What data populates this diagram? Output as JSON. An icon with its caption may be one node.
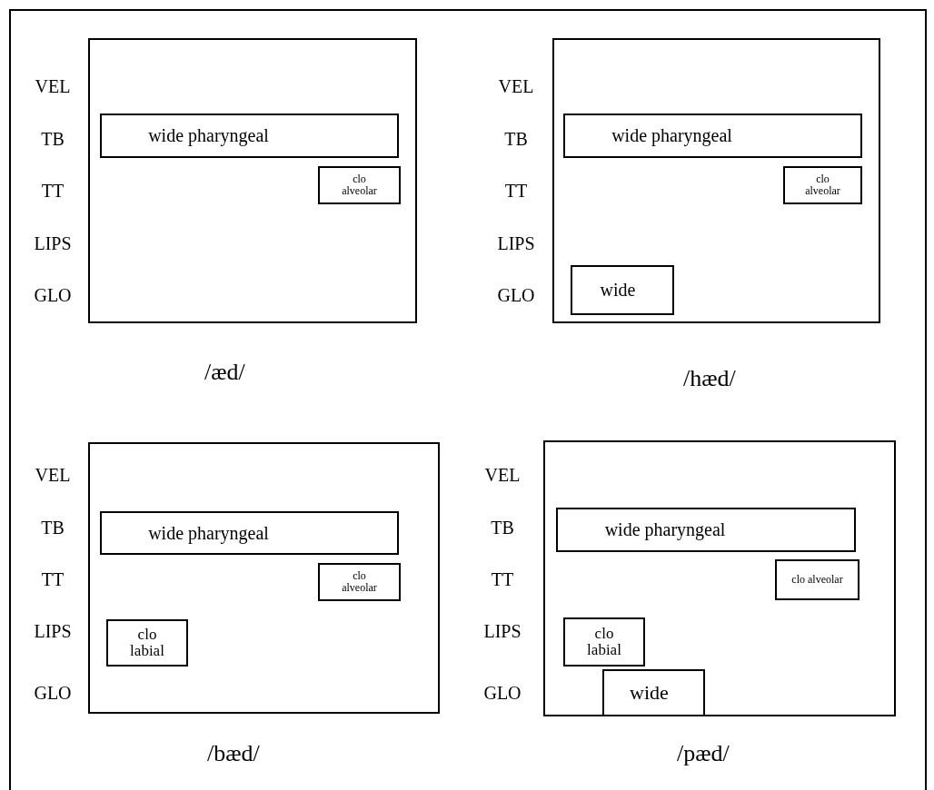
{
  "diagram": {
    "nodes": [
      {
        "text": [],
        "shape": "box",
        "beside": [
          "/æd/"
        ]
      },
      {
        "text": [
          "wide pharyngeal"
        ],
        "in": 0
      },
      {
        "text": [
          "clo alveolar"
        ],
        "in": 0
      },
      {
        "text": [],
        "shape": "box",
        "beside": [
          "/hæd/"
        ]
      },
      {
        "text": [
          "wide pharyngeal"
        ],
        "in": 3
      },
      {
        "text": [
          "clo alveolar"
        ],
        "in": 3
      },
      {
        "text": [
          "wide"
        ],
        "in": 3
      },
      {
        "text": [],
        "shape": "box",
        "beside": [
          "/bæd/"
        ]
      },
      {
        "text": [
          "wide pharyngeal"
        ],
        "in": 7
      },
      {
        "text": [
          "clo alveolar"
        ],
        "in": 7
      },
      {
        "text": [
          "clo labial"
        ],
        "in": 7
      },
      {
        "text": [],
        "shape": "box",
        "beside": [
          "/pæd/"
        ]
      },
      {
        "text": [
          "wide pharyngeal"
        ],
        "in": 11
      },
      {
        "text": [
          "clo alveolar"
        ],
        "in": 11
      },
      {
        "text": [
          "clo labial"
        ],
        "in": 11
      },
      {
        "text": [
          "wide"
        ],
        "in": 11
      }
    ],
    "edges": [],
    "labels": [
      "VEL",
      "TB",
      "TT",
      "LIPS",
      "GLO",
      "VEL",
      "TB",
      "TT",
      "LIPS",
      "GLO",
      "VEL",
      "TB",
      "TT",
      "LIPS",
      "GLO",
      "VEL",
      "TB",
      "TT",
      "LIPS",
      "GLO"
    ]
  }
}
